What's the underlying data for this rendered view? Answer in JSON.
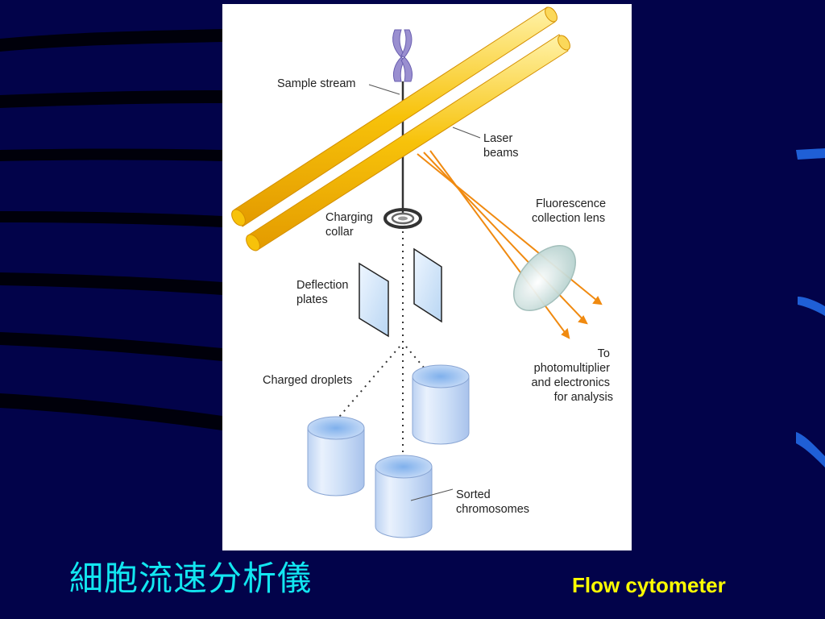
{
  "slide": {
    "title_chinese": "細胞流速分析儀",
    "title_english": "Flow cytometer"
  },
  "diagram": {
    "labels": {
      "sample_stream": "Sample stream",
      "laser_beams": [
        "Laser",
        "beams"
      ],
      "charging_collar": [
        "Charging",
        "collar"
      ],
      "fluorescence_lens": [
        "Fluorescence",
        "collection lens"
      ],
      "deflection_plates": [
        "Deflection",
        "plates"
      ],
      "photomultiplier": [
        "To",
        "photomultiplier",
        "and electronics",
        "for analysis"
      ],
      "charged_droplets": "Charged droplets",
      "sorted_chromosomes": [
        "Sorted",
        "chromosomes"
      ]
    }
  },
  "colors": {
    "background": "#02034a",
    "title_chinese": "#12e6f0",
    "title_english": "#ffff00",
    "laser": "#f5b400",
    "fluorescence_arrow": "#f08a10",
    "chromosome": "#9a8fd0"
  }
}
